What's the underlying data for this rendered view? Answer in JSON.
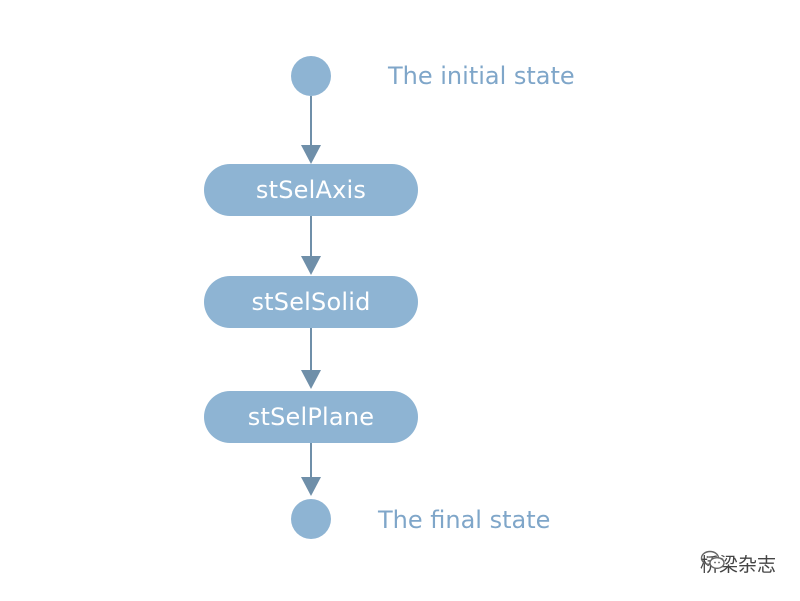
{
  "diagram": {
    "initial_label": "The initial state",
    "final_label": "The final state",
    "states": [
      {
        "label": "stSelAxis"
      },
      {
        "label": "stSelSolid"
      },
      {
        "label": "stSelPlane"
      }
    ]
  },
  "watermark": {
    "text": "桥梁杂志",
    "icon": "wechat-icon"
  },
  "colors": {
    "node_fill": "#8eb4d3",
    "label_text": "#7fa6c9",
    "arrow": "#6f8fa9"
  }
}
